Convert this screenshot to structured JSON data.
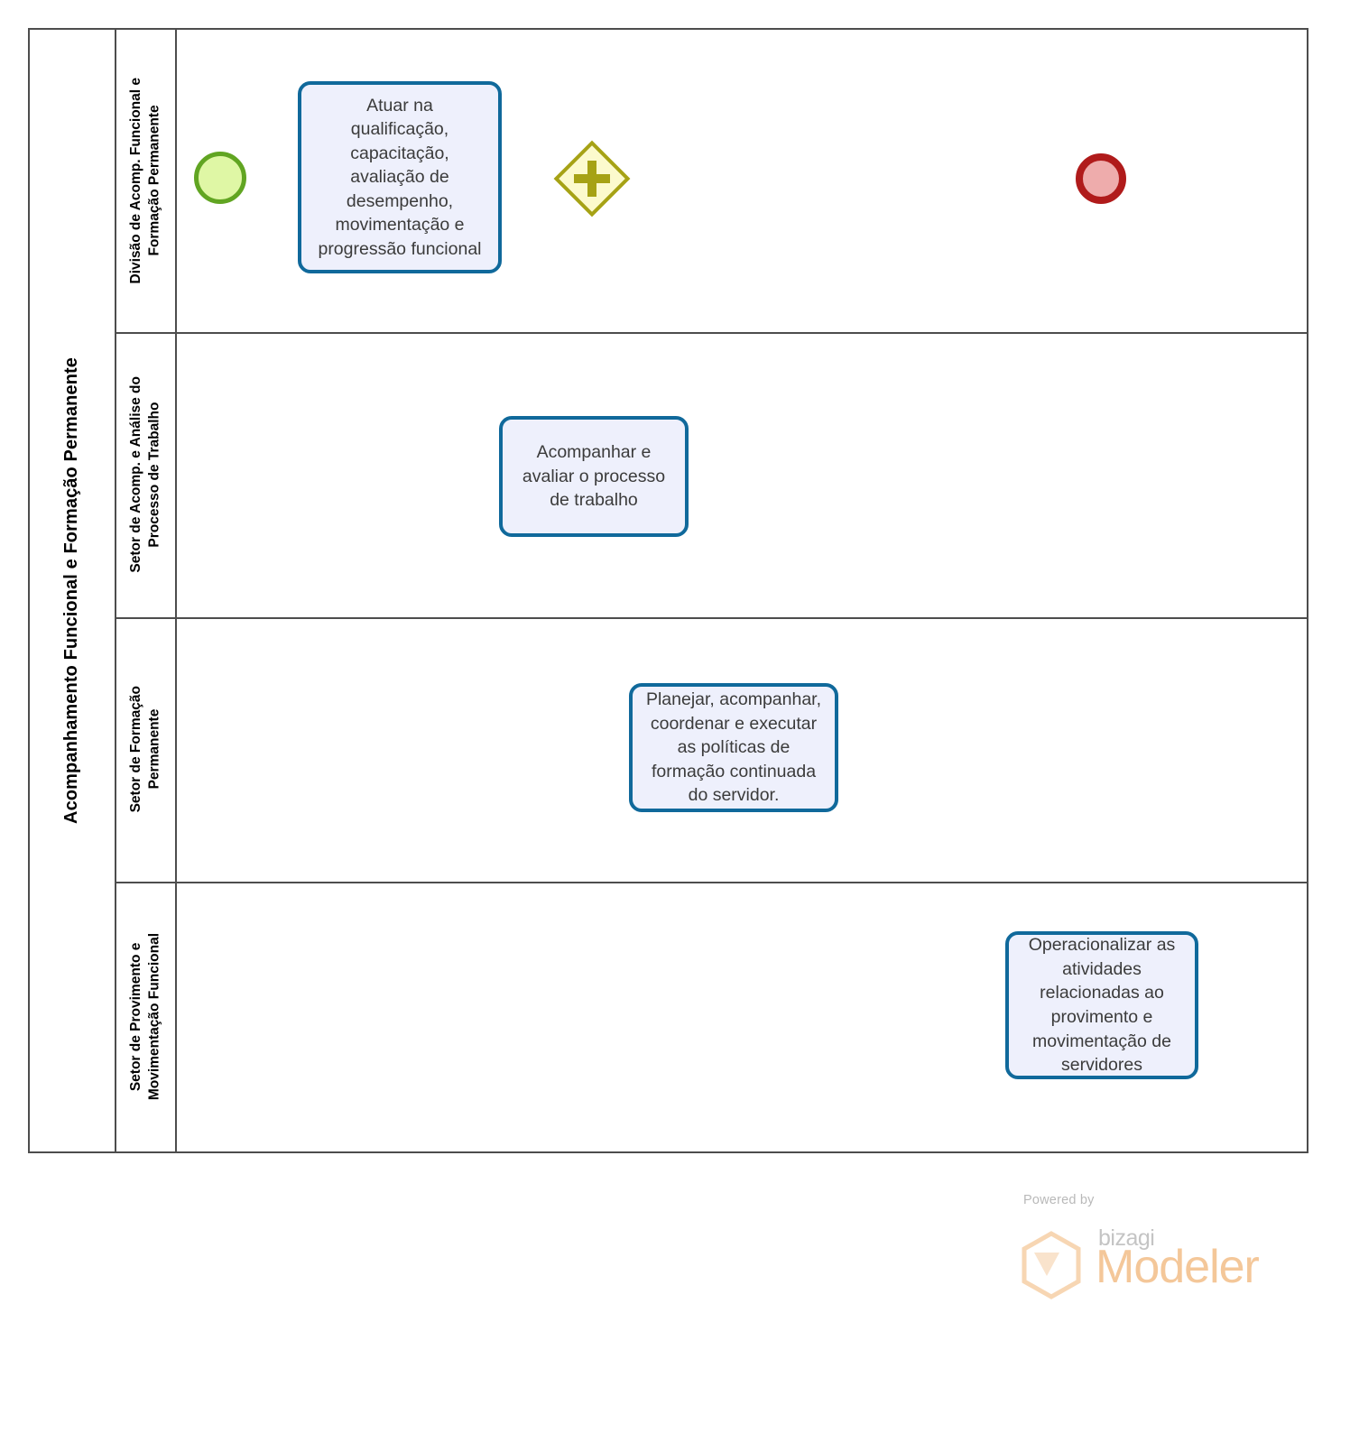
{
  "diagram": {
    "type": "bpmn-lane-diagram",
    "pool": {
      "title": "Acompanhamento Funcional e Formação Permanente"
    },
    "lanes": [
      {
        "id": "lane-1",
        "label": "Divisão de Acomp. Funcional e\nFormação Permanente"
      },
      {
        "id": "lane-2",
        "label": "Setor de Acomp. e Análise do\nProcesso de Trabalho"
      },
      {
        "id": "lane-3",
        "label": "Setor de Formação\nPermanente"
      },
      {
        "id": "lane-4",
        "label": "Setor de Provimento e\nMovimentação Funcional"
      }
    ],
    "events": [
      {
        "id": "start-event",
        "kind": "start",
        "lane": "lane-1",
        "fill": "#dff7a5",
        "stroke": "#61a522"
      },
      {
        "id": "end-event",
        "kind": "end",
        "lane": "lane-1",
        "fill": "#eeacac",
        "stroke": "#b01b1b"
      }
    ],
    "gateways": [
      {
        "id": "parallel-gateway",
        "kind": "parallel",
        "symbol": "+",
        "lane": "lane-1",
        "fill": "#fcfacd",
        "stroke": "#a6a215"
      }
    ],
    "tasks": [
      {
        "id": "task-atuar",
        "lane": "lane-1",
        "label": "Atuar na\nqualificação,\ncapacitação,\navaliação de\ndesempenho,\nmovimentação e\nprogressão funcional"
      },
      {
        "id": "task-acompanhar",
        "lane": "lane-2",
        "label": "Acompanhar e\navaliar o processo\nde trabalho"
      },
      {
        "id": "task-planejar",
        "lane": "lane-3",
        "label": "Planejar, acompanhar,\ncoordenar e executar\nas políticas de\nformação continuada\ndo servidor."
      },
      {
        "id": "task-operacionalizar",
        "lane": "lane-4",
        "label": "Operacionalizar as\natividades\nrelacionadas ao\nprovimento e\nmovimentação de\nservidores"
      }
    ],
    "flows": [
      {
        "from": "start-event",
        "to": "task-atuar"
      },
      {
        "from": "task-atuar",
        "to": "parallel-gateway"
      },
      {
        "from": "parallel-gateway",
        "to": "task-acompanhar"
      },
      {
        "from": "parallel-gateway",
        "to": "task-planejar"
      },
      {
        "from": "parallel-gateway",
        "to": "task-operacionalizar"
      },
      {
        "from": "parallel-gateway",
        "to": "end-event"
      },
      {
        "from": "task-acompanhar",
        "to": "end-event"
      },
      {
        "from": "task-planejar",
        "to": "end-event"
      },
      {
        "from": "task-operacionalizar",
        "to": "end-event"
      }
    ],
    "colors": {
      "task_fill": "#eef0fc",
      "task_stroke": "#10699b",
      "lane_stroke": "#4d4d4d",
      "connector": "#000000"
    }
  },
  "footer": {
    "powered_by": "Powered by",
    "brand": "bizagi",
    "product": "Modeler",
    "brand_color": "#f4c799"
  }
}
